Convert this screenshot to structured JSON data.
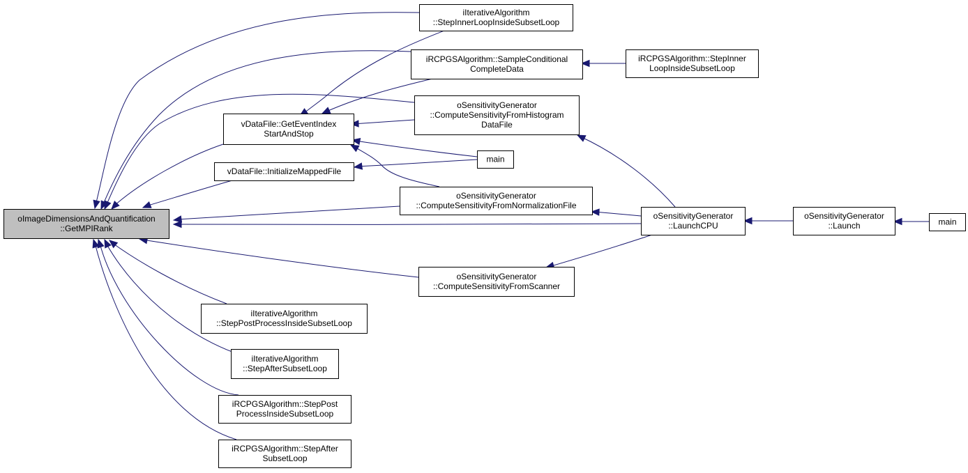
{
  "diagram": {
    "type": "call-graph",
    "colors": {
      "edge": "#191970",
      "root_fill": "#bfbfbf",
      "node_fill": "#ffffff",
      "node_border": "#000000"
    },
    "nodes": [
      {
        "id": "root",
        "lines": [
          "oImageDimensionsAndQuantification",
          "::GetMPIRank"
        ],
        "root": true
      },
      {
        "id": "n_ia_inner",
        "lines": [
          "iIterativeAlgorithm",
          "::StepInnerLoopInsideSubsetLoop"
        ]
      },
      {
        "id": "n_rc_sample",
        "lines": [
          "iRCPGSAlgorithm::SampleConditional",
          "CompleteData"
        ]
      },
      {
        "id": "n_rc_inner",
        "lines": [
          "iRCPGSAlgorithm::StepInner",
          "LoopInsideSubsetLoop"
        ]
      },
      {
        "id": "n_sg_hist",
        "lines": [
          "oSensitivityGenerator",
          "::ComputeSensitivityFromHistogram",
          "DataFile"
        ]
      },
      {
        "id": "n_vd_event",
        "lines": [
          "vDataFile::GetEventIndex",
          "StartAndStop"
        ]
      },
      {
        "id": "n_main1",
        "lines": [
          "main"
        ]
      },
      {
        "id": "n_vd_init",
        "lines": [
          "vDataFile::InitializeMappedFile"
        ]
      },
      {
        "id": "n_sg_norm",
        "lines": [
          "oSensitivityGenerator",
          "::ComputeSensitivityFromNormalizationFile"
        ]
      },
      {
        "id": "n_sg_cpu",
        "lines": [
          "oSensitivityGenerator",
          "::LaunchCPU"
        ]
      },
      {
        "id": "n_sg_launch",
        "lines": [
          "oSensitivityGenerator",
          "::Launch"
        ]
      },
      {
        "id": "n_main2",
        "lines": [
          "main"
        ]
      },
      {
        "id": "n_sg_scan",
        "lines": [
          "oSensitivityGenerator",
          "::ComputeSensitivityFromScanner"
        ]
      },
      {
        "id": "n_ia_post",
        "lines": [
          "iIterativeAlgorithm",
          "::StepPostProcessInsideSubsetLoop"
        ]
      },
      {
        "id": "n_ia_after",
        "lines": [
          "iIterativeAlgorithm",
          "::StepAfterSubsetLoop"
        ]
      },
      {
        "id": "n_rc_post",
        "lines": [
          "iRCPGSAlgorithm::StepPost",
          "ProcessInsideSubsetLoop"
        ]
      },
      {
        "id": "n_rc_after",
        "lines": [
          "iRCPGSAlgorithm::StepAfter",
          "SubsetLoop"
        ]
      }
    ],
    "edges": [
      {
        "from": "n_ia_inner",
        "to": "root"
      },
      {
        "from": "n_rc_sample",
        "to": "root"
      },
      {
        "from": "n_sg_hist",
        "to": "root"
      },
      {
        "from": "n_vd_event",
        "to": "root"
      },
      {
        "from": "n_vd_init",
        "to": "root"
      },
      {
        "from": "n_sg_norm",
        "to": "root"
      },
      {
        "from": "n_sg_cpu",
        "to": "root"
      },
      {
        "from": "n_sg_scan",
        "to": "root"
      },
      {
        "from": "n_ia_post",
        "to": "root"
      },
      {
        "from": "n_ia_after",
        "to": "root"
      },
      {
        "from": "n_rc_post",
        "to": "root"
      },
      {
        "from": "n_rc_after",
        "to": "root"
      },
      {
        "from": "n_ia_inner",
        "to": "n_vd_event"
      },
      {
        "from": "n_rc_sample",
        "to": "n_vd_event"
      },
      {
        "from": "n_sg_hist",
        "to": "n_vd_event"
      },
      {
        "from": "n_main1",
        "to": "n_vd_event"
      },
      {
        "from": "n_sg_norm",
        "to": "n_vd_event"
      },
      {
        "from": "n_main1",
        "to": "n_vd_init"
      },
      {
        "from": "n_rc_inner",
        "to": "n_rc_sample"
      },
      {
        "from": "n_sg_cpu",
        "to": "n_sg_hist"
      },
      {
        "from": "n_sg_cpu",
        "to": "n_sg_norm"
      },
      {
        "from": "n_sg_cpu",
        "to": "n_sg_scan"
      },
      {
        "from": "n_sg_launch",
        "to": "n_sg_cpu"
      },
      {
        "from": "n_main2",
        "to": "n_sg_launch"
      }
    ]
  }
}
